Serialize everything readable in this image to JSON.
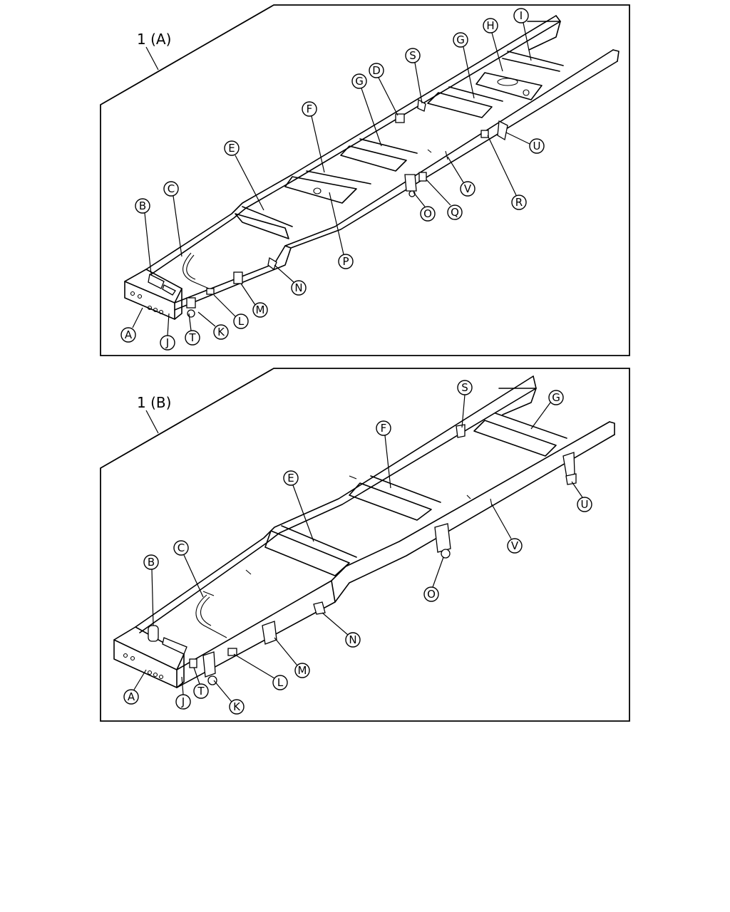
{
  "panels": [
    {
      "id": "A",
      "label": "1 (A)",
      "callouts": [
        "A",
        "B",
        "C",
        "D",
        "E",
        "F",
        "G",
        "G",
        "H",
        "I",
        "J",
        "K",
        "L",
        "M",
        "N",
        "O",
        "P",
        "Q",
        "R",
        "S",
        "T",
        "U",
        "V"
      ]
    },
    {
      "id": "B",
      "label": "1 (B)",
      "callouts": [
        "A",
        "B",
        "C",
        "E",
        "F",
        "G",
        "J",
        "K",
        "L",
        "M",
        "N",
        "O",
        "S",
        "T",
        "U",
        "V"
      ]
    }
  ]
}
